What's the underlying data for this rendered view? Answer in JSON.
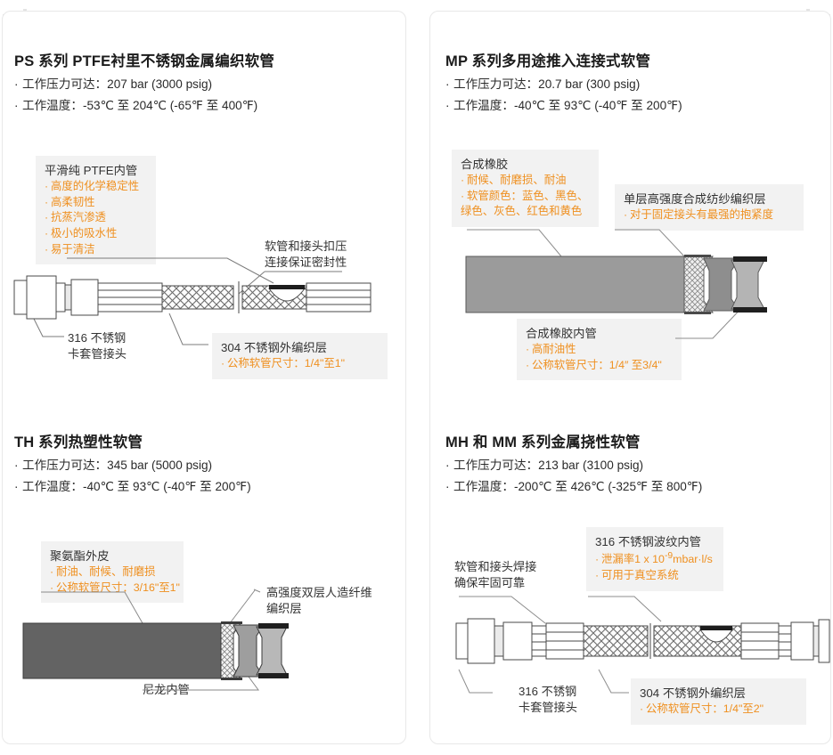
{
  "theme": {
    "accent_orange": "#ef9020",
    "callout_bg": "#f2f2f2",
    "panel_border": "#e8e8e8",
    "text": "#231f20",
    "hose_gray_mp": "#9b9b9b",
    "hose_gray_th": "#636363",
    "corner_gray": "#ededed"
  },
  "sections": {
    "ps": {
      "title": "PS 系列 PTFE衬里不锈钢金属编织软管",
      "spec_pressure": "工作压力可达：207 bar (3000 psig)",
      "spec_temperature": "工作温度：-53℃ 至 204℃ (-65℉ 至 400℉)",
      "callout_inner": {
        "head": "平滑纯 PTFE内管",
        "items": [
          "高度的化学稳定性",
          "高柔韧性",
          "抗蒸汽渗透",
          "极小的吸水性",
          "易于清洁"
        ]
      },
      "label_crimp": "软管和接头扣压\n连接保证密封性",
      "label_crimp_l1": "软管和接头扣压",
      "label_crimp_l2": "连接保证密封性",
      "label_fitting_l1": "316 不锈钢",
      "label_fitting_l2": "卡套管接头",
      "callout_braid": {
        "head": "304 不锈钢外编织层",
        "items": [
          "公称软管尺寸：1/4\"至1\""
        ]
      }
    },
    "mp": {
      "title": "MP 系列多用途推入连接式软管",
      "spec_pressure": "工作压力可达：20.7 bar (300 psig)",
      "spec_temperature": "工作温度：-40℃ 至 93℃ (-40℉ 至 200℉)",
      "callout_rubber": {
        "head": "合成橡胶",
        "items": [
          "耐候、耐磨损、耐油",
          "软管颜色：蓝色、黑色、绿色、灰色、红色和黄色"
        ]
      },
      "callout_braid": {
        "head": "单层高强度合成纺纱编织层",
        "items": [
          "对于固定接头有最强的抱紧度"
        ]
      },
      "callout_core": {
        "head": "合成橡胶内管",
        "items": [
          "高耐油性",
          "公称软管尺寸：1/4″ 至3/4\""
        ]
      }
    },
    "th": {
      "title": "TH 系列热塑性软管",
      "spec_pressure": "工作压力可达：345 bar (5000 psig)",
      "spec_temperature": "工作温度：-40℃ 至 93℃ (-40℉ 至 200℉)",
      "callout_cover": {
        "head": "聚氨酯外皮",
        "items": [
          "耐油、耐候、耐磨损",
          "公称软管尺寸：3/16\"至1\""
        ]
      },
      "label_braid_l1": "高强度双层人造纤维",
      "label_braid_l2": "编织层",
      "label_core": "尼龙内管"
    },
    "mh": {
      "title": "MH 和 MM 系列金属挠性软管",
      "spec_pressure": "工作压力可达：213 bar (3100 psig)",
      "spec_temperature": "工作温度：-200℃ 至 426℃ (-325℉ 至 800℉)",
      "callout_core": {
        "head": "316 不锈钢波纹内管",
        "item_leak_prefix": "泄漏率1 x 10",
        "item_leak_sup": "-9",
        "item_leak_suffix": "mbar·l/s",
        "item_vacuum": "可用于真空系统"
      },
      "label_weld_l1": "软管和接头焊接",
      "label_weld_l2": "确保牢固可靠",
      "label_fitting_l1": "316 不锈钢",
      "label_fitting_l2": "卡套管接头",
      "callout_braid": {
        "head": "304 不锈钢外编织层",
        "items": [
          "公称软管尺寸：1/4\"至2\""
        ]
      }
    }
  }
}
